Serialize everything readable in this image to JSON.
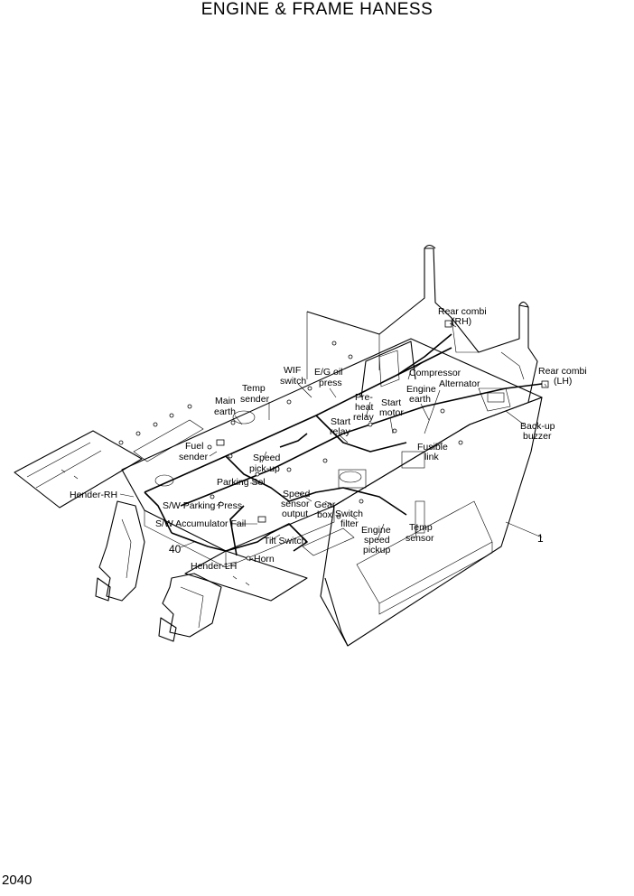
{
  "title": "ENGINE & FRAME HANESS",
  "page_number": "2040",
  "callouts": {
    "part_40": "40",
    "part_1": "1"
  },
  "labels": {
    "rear_combi_rh_1": "Rear combi",
    "rear_combi_rh_2": "(RH)",
    "rear_combi_lh_1": "Rear combi",
    "rear_combi_lh_2": "(LH)",
    "wif_1": "WIF",
    "wif_2": "switch",
    "eg_oil_1": "E/G oil",
    "eg_oil_2": "press",
    "compressor": "Compressor",
    "temp_sender_1": "Temp",
    "temp_sender_2": "sender",
    "pre_heat_1": "Pre-",
    "pre_heat_2": "heat",
    "pre_heat_3": "relay",
    "start_motor_1": "Start",
    "start_motor_2": "motor",
    "engine_earth_1": "Engine",
    "engine_earth_2": "earth",
    "alternator": "Alternator",
    "main_earth_1": "Main",
    "main_earth_2": "earth",
    "start_relay_1": "Start",
    "start_relay_2": "relay",
    "backup_buzzer_1": "Back-up",
    "backup_buzzer_2": "buzzer",
    "fuel_sender_1": "Fuel",
    "fuel_sender_2": "sender",
    "speed_pickup_1": "Speed",
    "speed_pickup_2": "pick-up",
    "fusible_link_1": "Fusible",
    "fusible_link_2": "link",
    "hender_rh": "Hender-RH",
    "parking_sol": "Parking Sol",
    "speed_sensor_1": "Speed",
    "speed_sensor_2": "sensor",
    "speed_sensor_3": "output",
    "gear_box_1": "Gear",
    "gear_box_2": "box",
    "switch_filter_1": "Switch",
    "switch_filter_2": "filter",
    "sw_parking_press": "S/W Parking Press",
    "sw_accumulator_fail": "S/W Accumulator Fail",
    "engine_speed_1": "Engine",
    "engine_speed_2": "speed",
    "engine_speed_3": "pickup",
    "temp_sensor_1": "Temp",
    "temp_sensor_2": "sensor",
    "tilt_switch": "Tilt Switch",
    "horn": "Horn",
    "hender_lh": "Hender-LH"
  }
}
